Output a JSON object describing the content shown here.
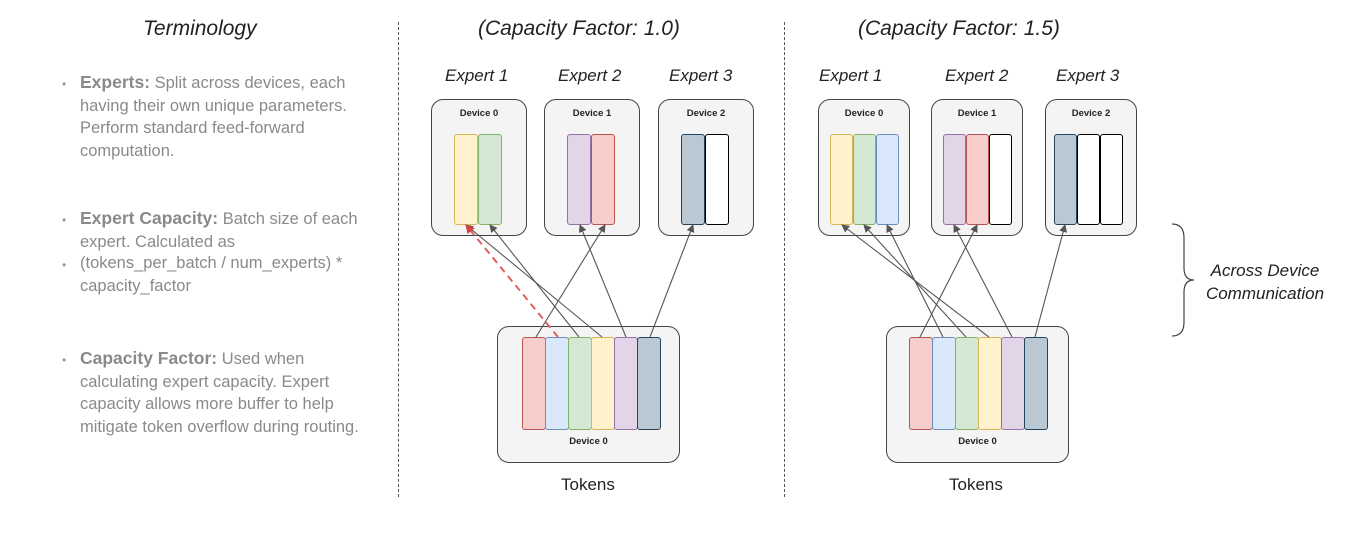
{
  "terminology": {
    "title": "Terminology",
    "items": [
      {
        "label": "Experts:",
        "text": "Split across devices, each having their own unique parameters. Perform standard feed-forward computation."
      },
      {
        "label": "Expert Capacity:",
        "text": "Batch size of each expert. Calculated as"
      },
      {
        "label": "",
        "text": "(tokens_per_batch / num_experts) * capacity_factor"
      },
      {
        "label": "Capacity Factor:",
        "text": "Used when calculating expert capacity. Expert capacity allows more buffer to help mitigate token overflow during routing."
      }
    ]
  },
  "panels": [
    {
      "title": "(Capacity Factor: 1.0)",
      "experts": [
        "Expert 1",
        "Expert 2",
        "Expert 3"
      ],
      "expert_devices": [
        "Device 0",
        "Device 1",
        "Device 2"
      ],
      "token_device": "Device 0",
      "tokens_label": "Tokens"
    },
    {
      "title": "(Capacity Factor: 1.5)",
      "experts": [
        "Expert 1",
        "Expert 2",
        "Expert 3"
      ],
      "expert_devices": [
        "Device 0",
        "Device 1",
        "Device 2"
      ],
      "token_device": "Device 0",
      "tokens_label": "Tokens"
    }
  ],
  "brace_label": "Across Device Communication",
  "colors": {
    "red": "#f8cecc",
    "blue": "#dae8fc",
    "green": "#d5e8d4",
    "yellow": "#fff2cc",
    "purple": "#e1d5e7",
    "slate": "#bac8d3",
    "empty": "#ffffff",
    "overflow_arrow": "#e06060"
  }
}
